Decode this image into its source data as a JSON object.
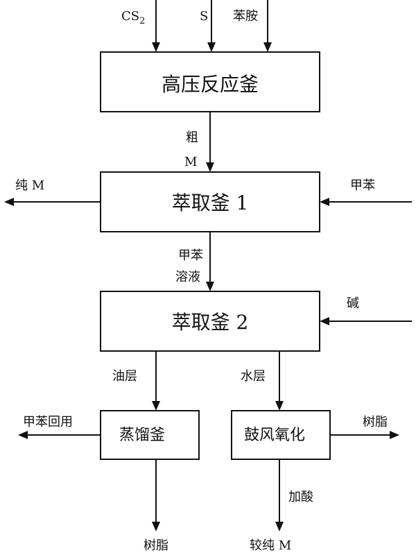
{
  "inputs": {
    "cs2": "CS",
    "cs2_subscript": "2",
    "sulfur": "S",
    "aniline": "苯胺"
  },
  "boxes": {
    "reactor": "高压反应釜",
    "extractor1": "萃取釜 1",
    "extractor2": "萃取釜 2",
    "still": "蒸馏釜",
    "oxidation": "鼓风氧化"
  },
  "labels": {
    "crude_m_line1": "粗",
    "crude_m_line2": "M",
    "pure_m": "纯 M",
    "toluene_in": "甲苯",
    "toluene_solution_line1": "甲苯",
    "toluene_solution_line2": "溶液",
    "alkali": "碱",
    "oil_layer": "油层",
    "water_layer": "水层",
    "toluene_recycle": "甲苯回用",
    "resin_right": "树脂",
    "add_acid": "加酸",
    "resin_bottom": "树脂",
    "purer_m": "较纯 M"
  }
}
